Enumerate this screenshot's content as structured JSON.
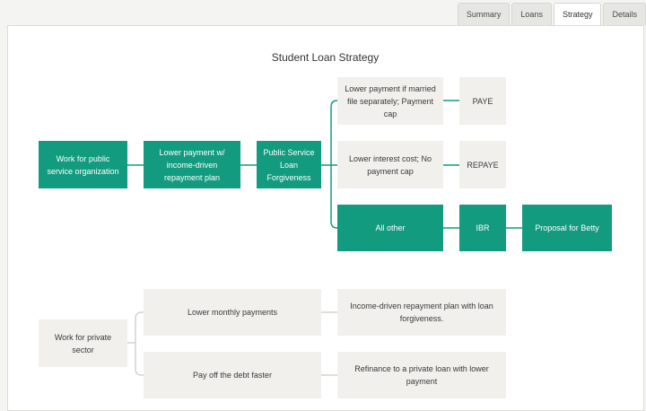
{
  "tabs": [
    {
      "label": "Summary",
      "active": false
    },
    {
      "label": "Loans",
      "active": false
    },
    {
      "label": "Strategy",
      "active": true
    },
    {
      "label": "Details",
      "active": false
    }
  ],
  "title": "Student Loan Strategy",
  "colors": {
    "accent": "#139b7f",
    "node": "#f1f0ec",
    "line": "#139b7f",
    "line_muted": "#d4d3cf"
  },
  "nodes": {
    "public_service": "Work for public service organization",
    "idr_plan": "Lower payment w/ income-driven repayment plan",
    "pslf": "Public Service Loan Forgiveness",
    "paye_reason": "Lower payment if married file separately; Payment cap",
    "paye": "PAYE",
    "repaye_reason": "Lower interest cost; No payment cap",
    "repaye": "REPAYE",
    "all_other": "All other",
    "ibr": "IBR",
    "proposal": "Proposal for Betty",
    "private_sector": "Work for private sector",
    "lower_monthly": "Lower monthly payments",
    "idr_forgiveness": "Income-driven repayment plan with loan forgiveness.",
    "pay_off": "Pay off the debt faster",
    "refinance": "Refinance to a private loan with lower payment"
  }
}
